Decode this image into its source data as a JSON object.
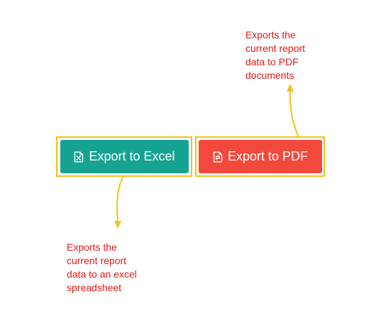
{
  "colors": {
    "excel_button": "#17a392",
    "pdf_button": "#f2493d",
    "highlight_frame": "#f2c21b",
    "annotation_text": "#e01a1a",
    "arrow": "#f2c21b"
  },
  "buttons": {
    "excel": {
      "label": "Export to Excel",
      "icon": "excel-file-icon"
    },
    "pdf": {
      "label": "Export to PDF",
      "icon": "pdf-file-icon"
    }
  },
  "annotations": {
    "pdf": {
      "lines": [
        "Exports the",
        "current report",
        "data to PDF",
        "documents"
      ]
    },
    "excel": {
      "lines": [
        "Exports the",
        "current report",
        "data to an excel",
        "spreadsheet"
      ]
    }
  }
}
